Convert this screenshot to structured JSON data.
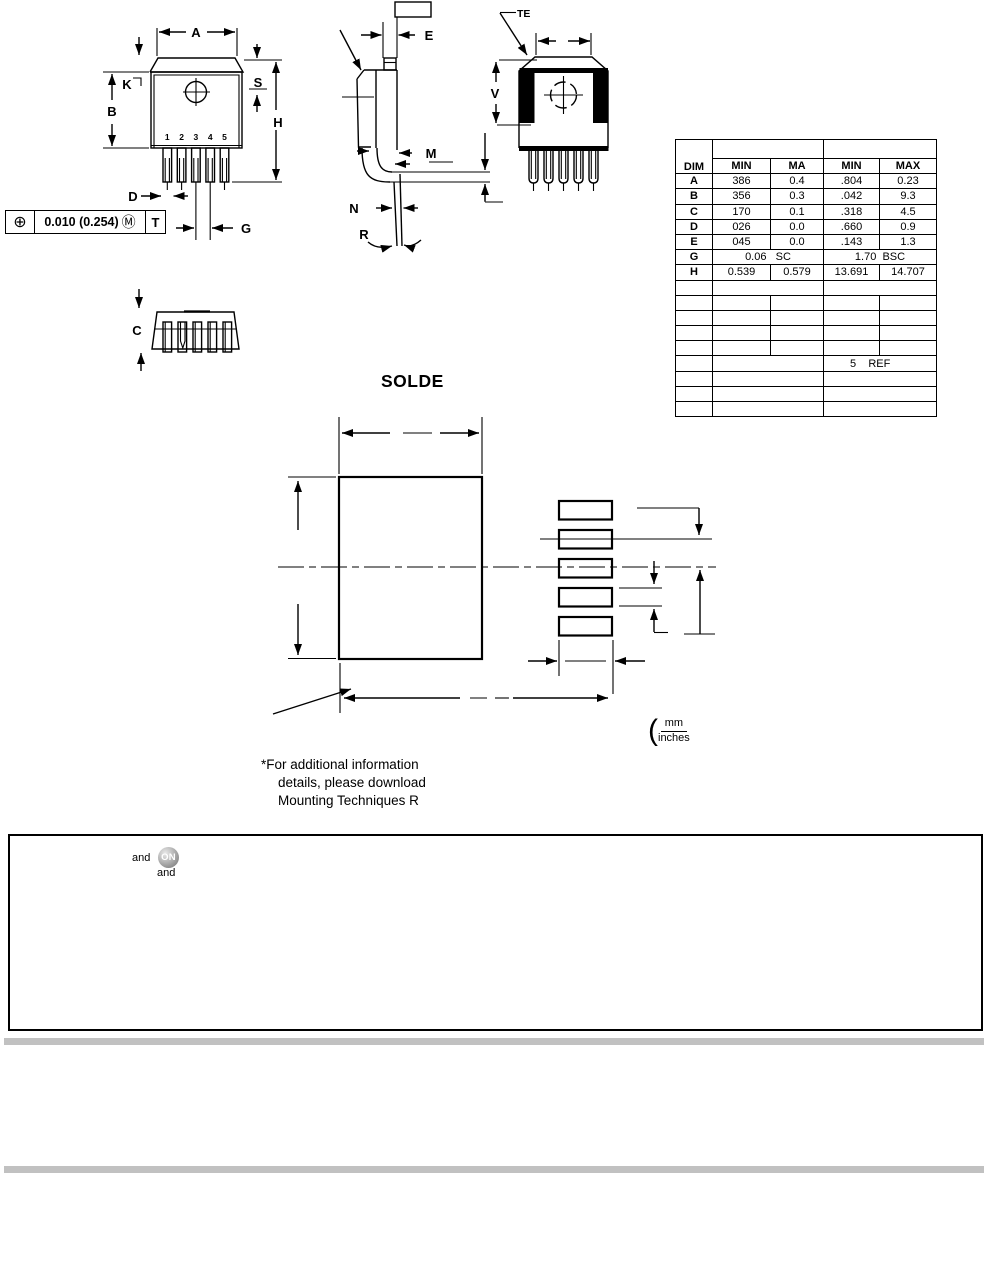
{
  "page": {
    "background": "#ffffff",
    "line_color": "#000000",
    "gray_bar_color": "#c1c1c1"
  },
  "dim_labels": {
    "A": "A",
    "K": "K",
    "B": "B",
    "S": "S",
    "H": "H",
    "D": "D",
    "G": "G",
    "E": "E",
    "M": "M",
    "N": "N",
    "R": "R",
    "TE": "TE",
    "V": "V",
    "C": "C"
  },
  "pins": [
    "1",
    "2",
    "3",
    "4",
    "5"
  ],
  "tolerance_frame": {
    "position_symbol": "⊕",
    "value": "0.010 (0.254)",
    "material_modifier": "Ⓜ",
    "datum": "T"
  },
  "dim_table": {
    "headers": [
      "DIM",
      "MIN",
      "MA",
      "MIN",
      "MAX"
    ],
    "rows": [
      {
        "d": "A",
        "v": [
          "386",
          "0.4",
          ".804",
          "0.23"
        ]
      },
      {
        "d": "B",
        "v": [
          "356",
          "0.3",
          ".042",
          "9.3"
        ]
      },
      {
        "d": "C",
        "v": [
          "170",
          "0.1",
          ".318",
          "4.5"
        ]
      },
      {
        "d": "D",
        "v": [
          "026",
          "0.0",
          ".660",
          "0.9"
        ]
      },
      {
        "d": "E",
        "v": [
          "045",
          "0.0",
          ".143",
          "1.3"
        ]
      }
    ],
    "row_g": {
      "d": "G",
      "left": "0.06   SC",
      "right": "1.70  BSC"
    },
    "row_h": {
      "d": "H",
      "v": [
        "0.539",
        "0.579",
        "13.691",
        "14.707"
      ]
    },
    "ref_text": "5    REF"
  },
  "solder_section": {
    "title": "SOLDE",
    "paren": "(",
    "unit_top": "mm",
    "unit_bottom": "inches"
  },
  "footnote": {
    "line1": "*For additional information",
    "line2": "details, please download",
    "line3": "Mounting Techniques R"
  },
  "footer": {
    "word1": "and",
    "word2": "and",
    "logo_text": "ON"
  }
}
